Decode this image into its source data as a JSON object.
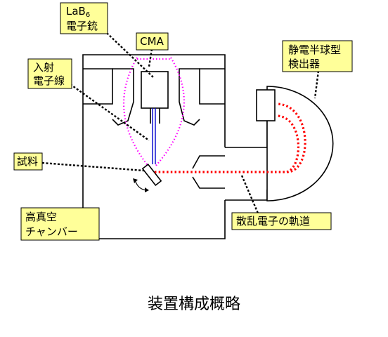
{
  "labels": {
    "lab6": [
      "LaB",
      "6"
    ],
    "lab6_line2": "電子銃",
    "cma": "CMA",
    "detector_line1": "静電半球型",
    "detector_line2": "検出器",
    "incident_line1": "入射",
    "incident_line2": "電子線",
    "sample": "試料",
    "scattered": "散乱電子の軌道",
    "chamber_line1": "高真空",
    "chamber_line2": "チャンバー"
  },
  "caption": "装置構成概略",
  "colors": {
    "label_fill": "#ffff99",
    "electron_path": "#ff0000",
    "cma_trajectory": "#ff00ff",
    "incident_beam": "#0000cc"
  }
}
